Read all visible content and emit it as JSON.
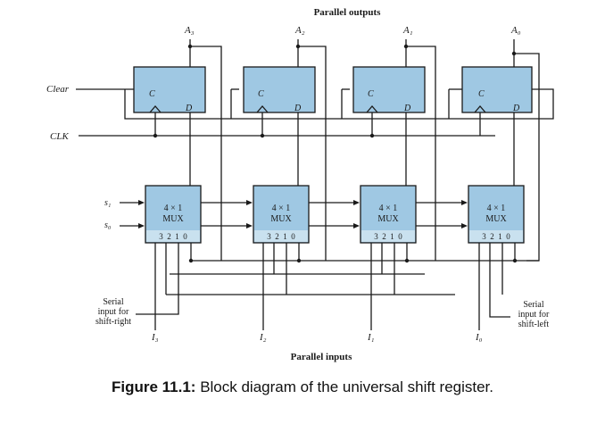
{
  "labels": {
    "parallel_outputs": "Parallel outputs",
    "parallel_inputs": "Parallel inputs",
    "clear": "Clear",
    "clk": "CLK",
    "s1": "s₁",
    "s0": "s₀",
    "serial_right": [
      "Serial",
      "input for",
      "shift-right"
    ],
    "serial_left": [
      "Serial",
      "input for",
      "shift-left"
    ]
  },
  "flipflop": {
    "clock_pin": "C",
    "data_pin": "D"
  },
  "outputs": [
    "A₃",
    "A₂",
    "A₁",
    "A₀"
  ],
  "inputs": [
    "I₃",
    "I₂",
    "I₁",
    "I₀"
  ],
  "mux": {
    "title_line1": "4 × 1",
    "title_line2": "MUX",
    "select": "3  2  1  0"
  },
  "caption": {
    "prefix": "Figure 11.1:",
    "text": "Block diagram of the universal shift register."
  }
}
